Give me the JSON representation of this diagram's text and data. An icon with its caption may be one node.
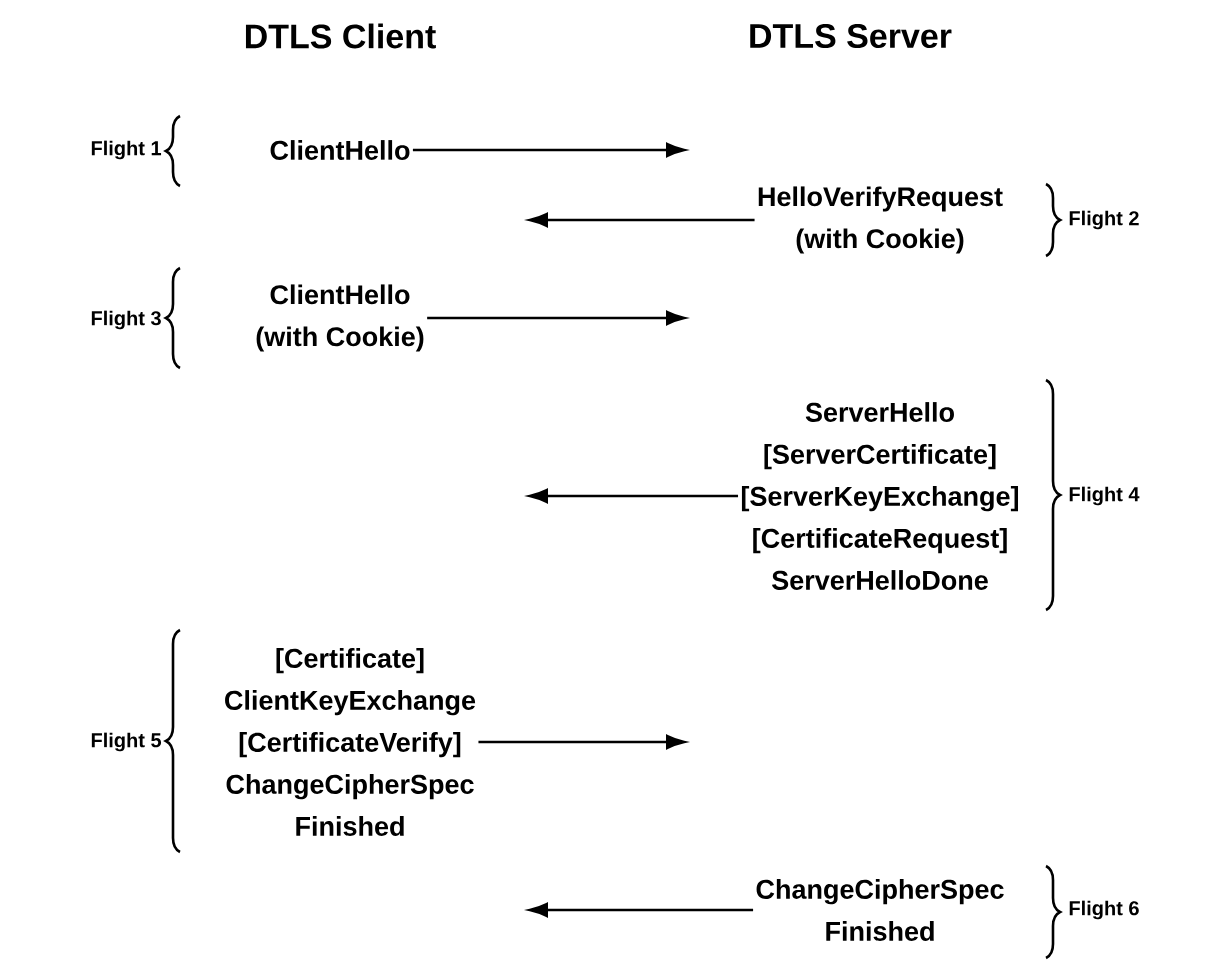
{
  "diagram": {
    "nodes": [
      {
        "text": [
          "ClientHello"
        ]
      },
      {
        "text": [
          "HelloVerifyRequest",
          "(with Cookie)"
        ]
      },
      {
        "text": [
          "ClientHello",
          "(with Cookie)"
        ]
      },
      {
        "text": [
          "ServerHello",
          "[ServerCertificate]",
          "[ServerKeyExchange]",
          "[CertificateRequest]",
          "ServerHelloDone"
        ]
      },
      {
        "text": [
          "[Certificate]",
          "ClientKeyExchange",
          "[CertificateVerify]",
          "ChangeCipherSpec",
          "Finished"
        ]
      },
      {
        "text": [
          "ChangeCipherSpec",
          "Finished"
        ]
      }
    ],
    "edges": [
      {
        "from": 0,
        "to": null,
        "arrow": "to"
      },
      {
        "from": 1,
        "to": null,
        "arrow": "to"
      },
      {
        "from": 2,
        "to": null,
        "arrow": "to"
      },
      {
        "from": 3,
        "to": null,
        "arrow": "to"
      },
      {
        "from": 4,
        "to": null,
        "arrow": "to"
      },
      {
        "from": 5,
        "to": null,
        "arrow": "to"
      }
    ],
    "labels": [
      "DTLS Client",
      "DTLS Server",
      "Flight 1",
      "Flight 2",
      "Flight 3",
      "Flight 4",
      "Flight 5",
      "Flight 6"
    ]
  }
}
